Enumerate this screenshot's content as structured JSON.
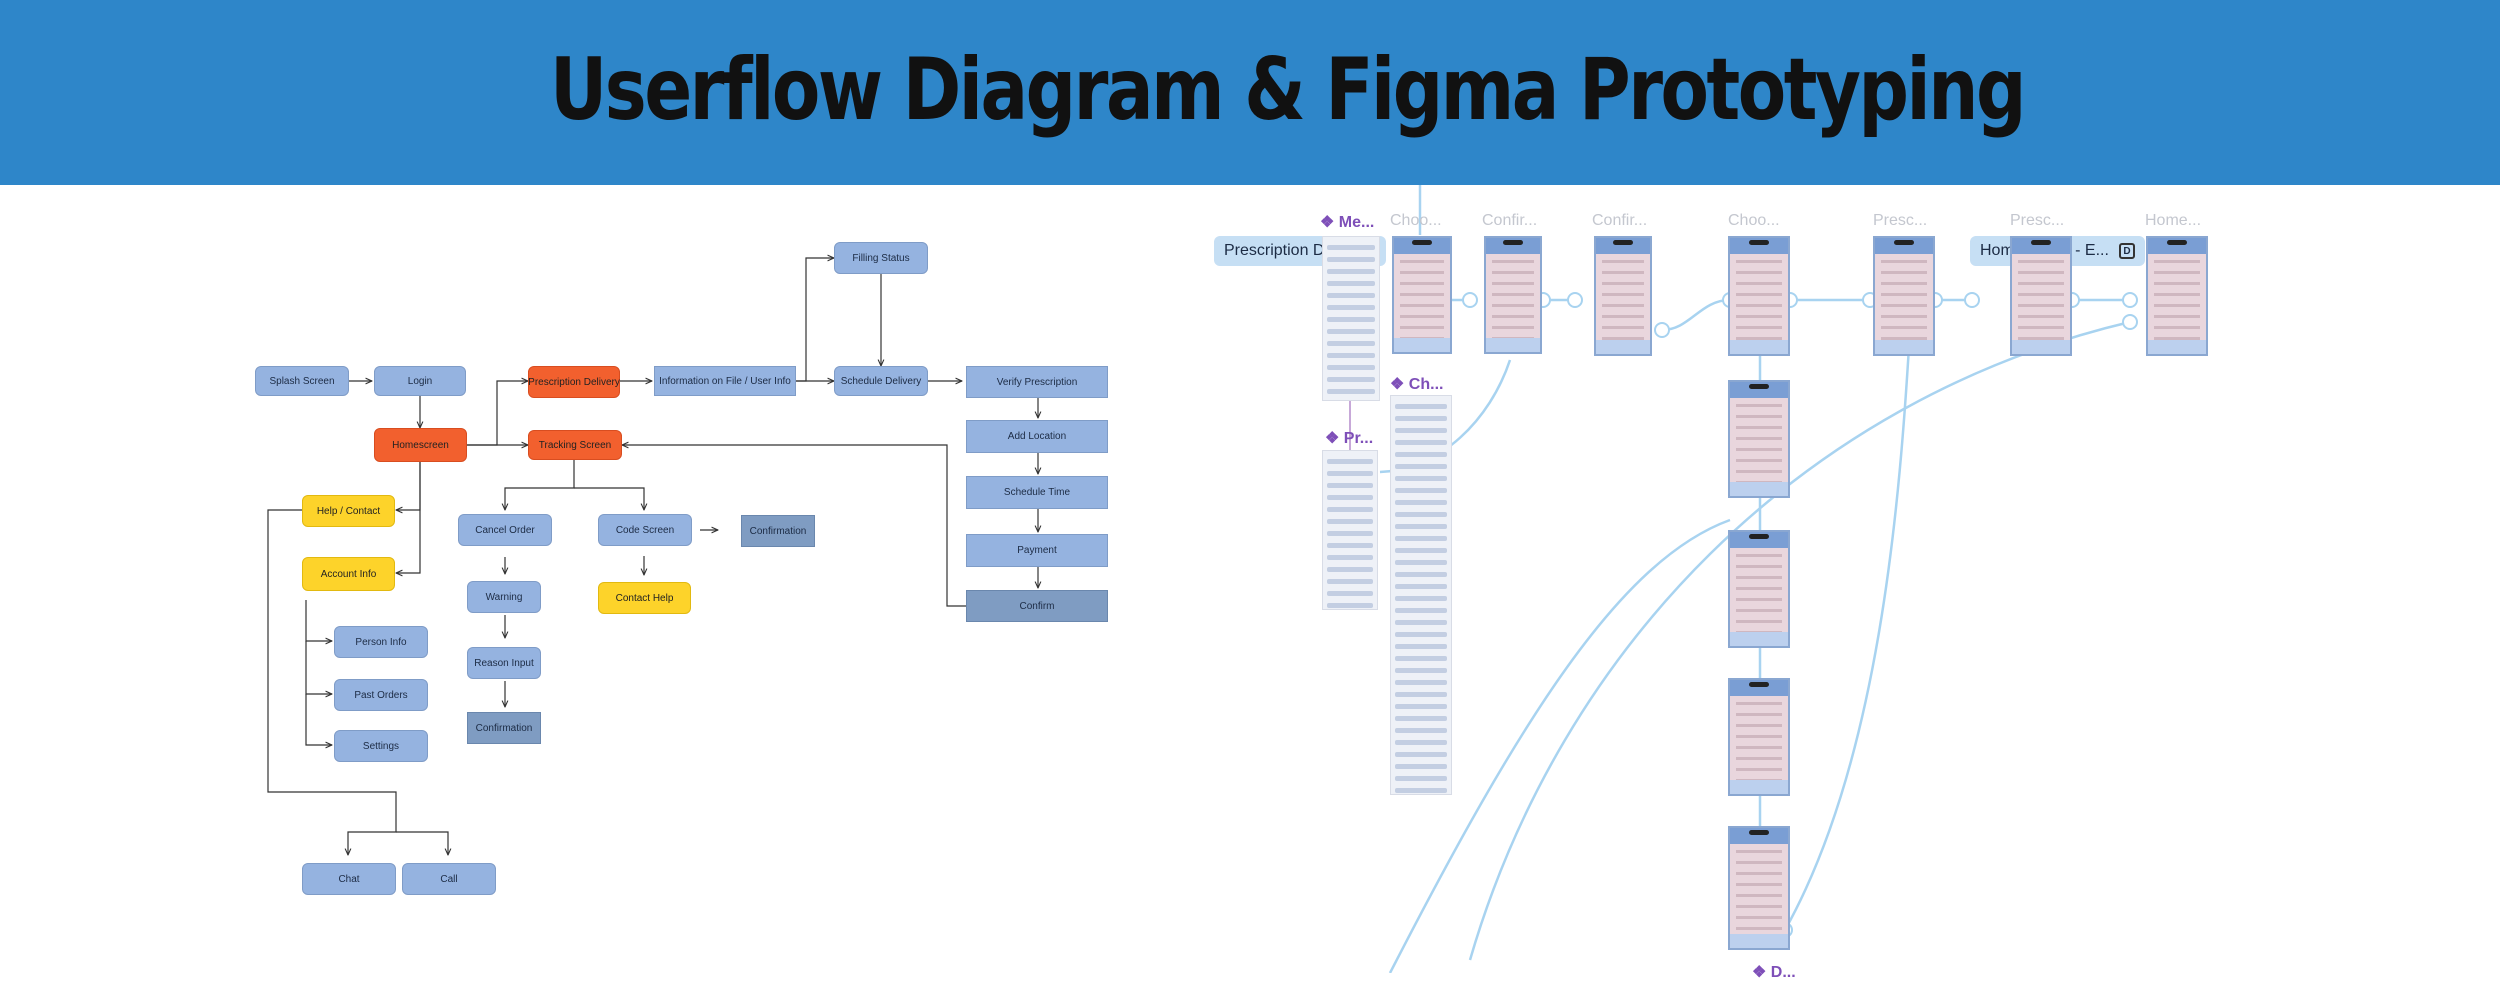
{
  "header": {
    "title": "Userflow Diagram & Figma Prototyping",
    "bg": "#2e86c9"
  },
  "flow": {
    "nodes": [
      {
        "id": "splash",
        "label": "Splash Screen",
        "color": "blue"
      },
      {
        "id": "login",
        "label": "Login",
        "color": "blue"
      },
      {
        "id": "home",
        "label": "Homescreen",
        "color": "orange"
      },
      {
        "id": "rx_delivery",
        "label": "Prescription Delivery",
        "color": "orange"
      },
      {
        "id": "info_file",
        "label": "Information on File / User Info",
        "color": "blue"
      },
      {
        "id": "filling",
        "label": "Filling Status",
        "color": "blue"
      },
      {
        "id": "schedule_delivery",
        "label": "Schedule Delivery",
        "color": "blue"
      },
      {
        "id": "verify_rx",
        "label": "Verify Prescription",
        "color": "blue"
      },
      {
        "id": "add_location",
        "label": "Add Location",
        "color": "blue"
      },
      {
        "id": "schedule_time",
        "label": "Schedule Time",
        "color": "blue"
      },
      {
        "id": "payment",
        "label": "Payment",
        "color": "blue"
      },
      {
        "id": "confirm",
        "label": "Confirm",
        "color": "slate"
      },
      {
        "id": "tracking",
        "label": "Tracking Screen",
        "color": "orange"
      },
      {
        "id": "cancel_order",
        "label": "Cancel Order",
        "color": "blue"
      },
      {
        "id": "warning",
        "label": "Warning",
        "color": "blue"
      },
      {
        "id": "reason_input",
        "label": "Reason Input",
        "color": "blue"
      },
      {
        "id": "confirmation_a",
        "label": "Confirmation",
        "color": "slate"
      },
      {
        "id": "code_screen",
        "label": "Code Screen",
        "color": "blue"
      },
      {
        "id": "confirmation_b",
        "label": "Confirmation",
        "color": "slate"
      },
      {
        "id": "contact_help",
        "label": "Contact Help",
        "color": "yellow"
      },
      {
        "id": "help_contact",
        "label": "Help / Contact",
        "color": "yellow"
      },
      {
        "id": "account_info",
        "label": "Account Info",
        "color": "yellow"
      },
      {
        "id": "person_info",
        "label": "Person Info",
        "color": "blue"
      },
      {
        "id": "past_orders",
        "label": "Past Orders",
        "color": "blue"
      },
      {
        "id": "settings",
        "label": "Settings",
        "color": "blue"
      },
      {
        "id": "chat",
        "label": "Chat",
        "color": "blue"
      },
      {
        "id": "call",
        "label": "Call",
        "color": "blue"
      }
    ],
    "colors": {
      "blue": "#95b3e0",
      "orange": "#f2602e",
      "yellow": "#fdd32a",
      "slate": "#7f9cc2"
    }
  },
  "prototype": {
    "frame_labels": [
      "Choo...",
      "Confir...",
      "Confir...",
      "Choo...",
      "Presc...",
      "Presc...",
      "Home..."
    ],
    "component_labels": [
      "❖ Me...",
      "❖ Ch...",
      "❖ Pr...",
      "❖ D..."
    ],
    "chips": [
      {
        "label": "Prescription Del...",
        "icon": "D"
      },
      {
        "label": "Homescreen - E...",
        "icon": "D"
      }
    ],
    "connector_color": "#a8d3f0"
  }
}
